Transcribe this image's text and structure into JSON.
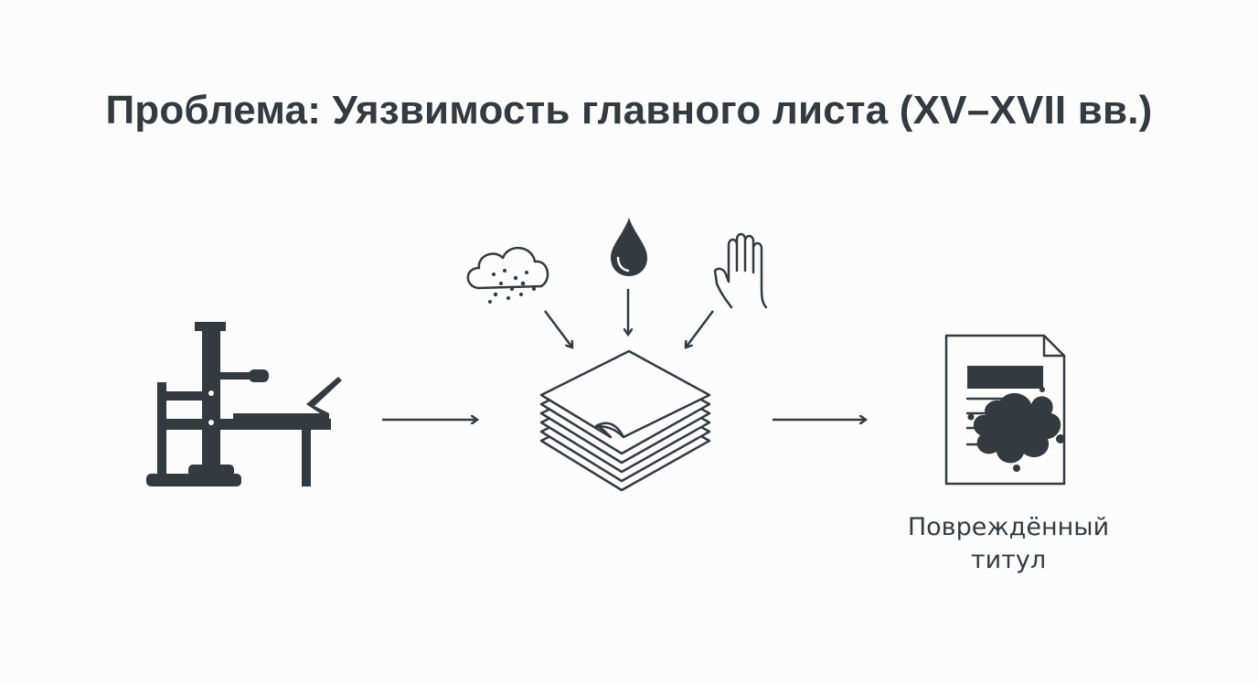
{
  "title": "Проблема: Уязвимость главного листа (XV–XVII вв.)",
  "result_caption": {
    "line1": "Повреждённый",
    "line2": "титул"
  },
  "colors": {
    "ink": "#333a40",
    "background": "#fcfcfc"
  },
  "icons": {
    "source": "printing-press-icon",
    "threats": [
      "dust-cloud-icon",
      "water-drop-icon",
      "hand-icon"
    ],
    "stack": "paper-stack-icon",
    "result": "damaged-document-icon"
  }
}
